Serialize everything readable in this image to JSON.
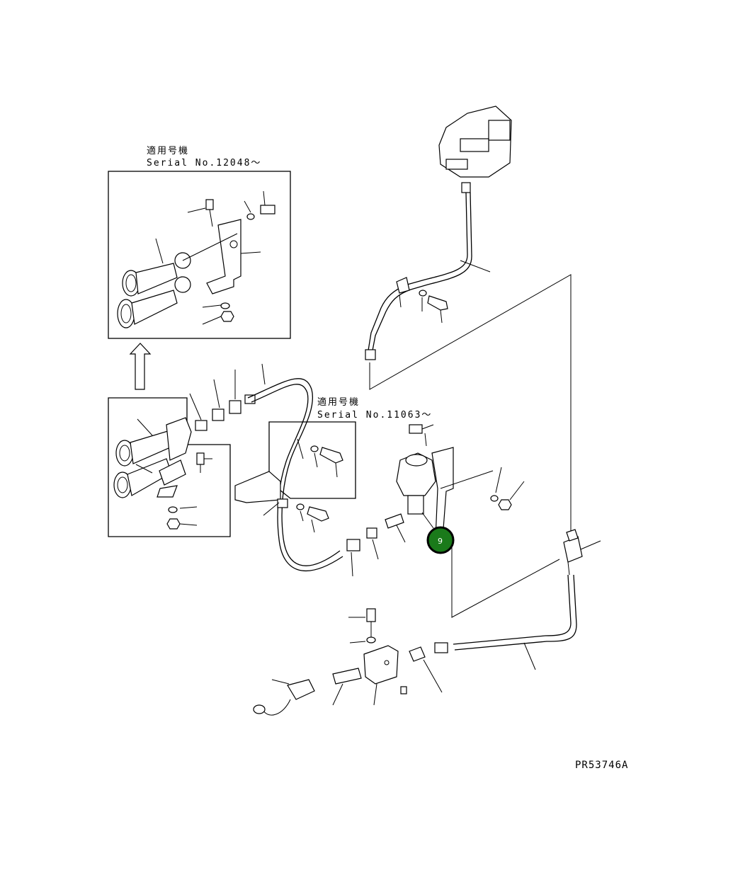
{
  "inset_top": {
    "label_jp": "適用号機",
    "label_serial": "Serial No.12048〜"
  },
  "inset_mid": {
    "label_jp": "適用号機",
    "label_serial": "Serial No.11063〜"
  },
  "callout": {
    "number": "9",
    "color": "#1a7a1a"
  },
  "drawing_code": "PR53746A"
}
